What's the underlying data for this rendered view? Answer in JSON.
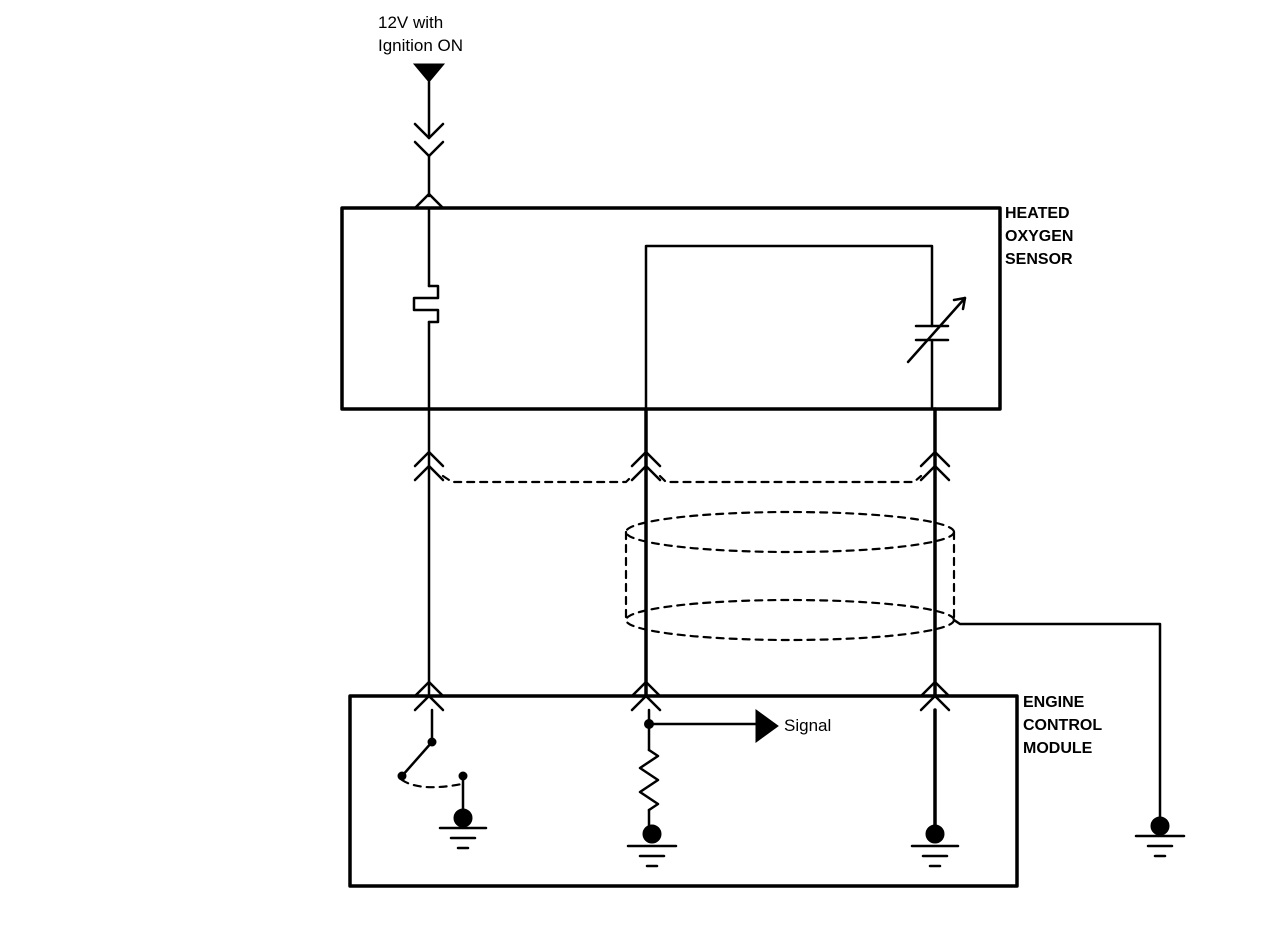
{
  "supply": {
    "line1": "12V with",
    "line2": "Ignition ON"
  },
  "sensor": {
    "line1": "HEATED",
    "line2": "OXYGEN",
    "line3": "SENSOR"
  },
  "ecm": {
    "line1": "ENGINE",
    "line2": "CONTROL",
    "line3": "MODULE"
  },
  "signal_label": "Signal"
}
